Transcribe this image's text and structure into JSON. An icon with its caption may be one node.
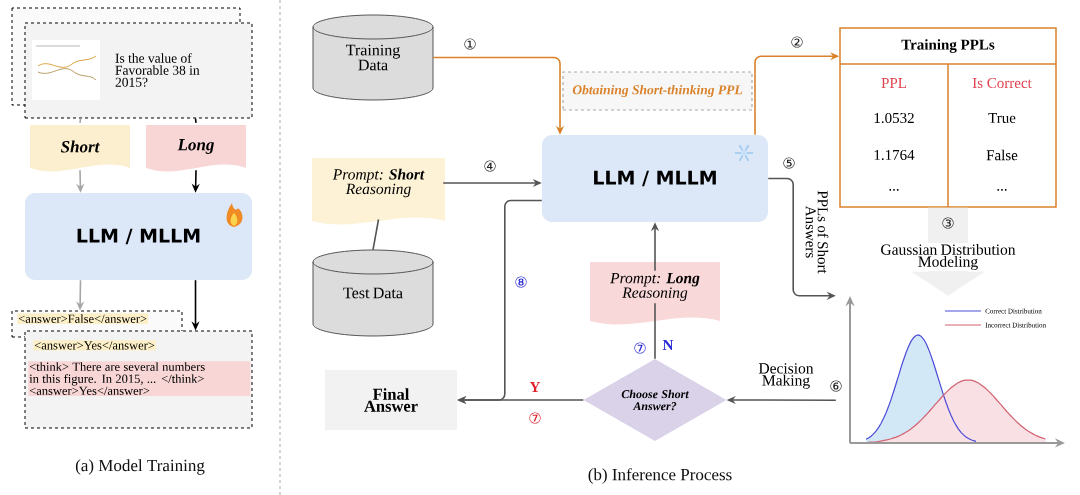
{
  "diagram": {
    "nodes": [
      {
        "text": [
          "Is the value of Favorable 38 in 2015?"
        ]
      },
      {
        "text": [
          "Short"
        ]
      },
      {
        "text": [
          "Long"
        ]
      },
      {
        "text": [
          "LLM / MLLM"
        ]
      },
      {
        "text": [
          "<answer>False</answer>"
        ]
      },
      {
        "text": [
          "<answer>Yes</answer>",
          "<think> There are several numbers in this figure. In 2015, ... </think> <answer>Yes</answer>"
        ]
      },
      {
        "text": [
          "Training Data"
        ]
      },
      {
        "text": [
          "Obtaining Short-thinking PPL"
        ]
      },
      {
        "text": [
          "LLM / MLLM"
        ]
      },
      {
        "text": [
          "Training PPLs",
          "PPL",
          "Is Correct",
          "1.0532",
          "True",
          "1.1764",
          "False",
          "...",
          "..."
        ]
      },
      {
        "text": [
          "Prompt: **Short** Reasoning"
        ]
      },
      {
        "text": [
          "Test Data"
        ]
      },
      {
        "text": [
          "Prompt: **Long** Reasoning"
        ]
      },
      {
        "text": [
          "Choose Short Answer?"
        ]
      },
      {
        "text": [
          "Final Answer"
        ]
      },
      {
        "text": [],
        "shape": "picture"
      }
    ],
    "edges": [
      {
        "from": 0,
        "to": 1,
        "arrow": "none",
        "color": "#a6a6a6"
      },
      {
        "from": 1,
        "to": 3,
        "arrow": "to",
        "color": "#a6a6a6"
      },
      {
        "from": 0,
        "to": 2,
        "arrow": "none",
        "color": "#000000"
      },
      {
        "from": 2,
        "to": 3,
        "arrow": "to",
        "color": "#000000"
      },
      {
        "from": 3,
        "to": 4,
        "arrow": "to",
        "color": "#a6a6a6"
      },
      {
        "from": 3,
        "to": 5,
        "arrow": "to",
        "color": "#000000"
      },
      {
        "from": 6,
        "to": 8,
        "arrow": "to",
        "color": "#d9822b"
      },
      {
        "from": 8,
        "to": 9,
        "arrow": "to",
        "color": "#d9822b"
      },
      {
        "from": 9,
        "to": 15,
        "arrow": "to",
        "label": "Gaussian Distribution Modeling",
        "style": "thick",
        "color": "#f0f0f0"
      },
      {
        "from": 10,
        "to": 8,
        "arrow": "to"
      },
      {
        "from": 11,
        "to": 10,
        "arrow": "none"
      },
      {
        "from": 8,
        "to": 15,
        "arrow": "to",
        "label": "PPLs of Short Answers"
      },
      {
        "from": 15,
        "to": 13,
        "arrow": "to",
        "label": "Decision Making"
      },
      {
        "from": 13,
        "to": 14,
        "arrow": "to",
        "label": "Y"
      },
      {
        "from": 13,
        "to": 12,
        "arrow": "none",
        "label": "N"
      },
      {
        "from": 12,
        "to": 8,
        "arrow": "to"
      },
      {
        "from": 8,
        "to": 14,
        "arrow": "to"
      }
    ],
    "labels": [
      "①",
      "②",
      "③",
      "④",
      "⑤",
      "⑥",
      "⑦",
      "⑦",
      "⑧",
      "(a) Model Training",
      "(b) Inference Process"
    ],
    "legend": [
      {
        "text": "Correct Distribution"
      },
      {
        "text": "Incorrect Distribution"
      }
    ]
  }
}
